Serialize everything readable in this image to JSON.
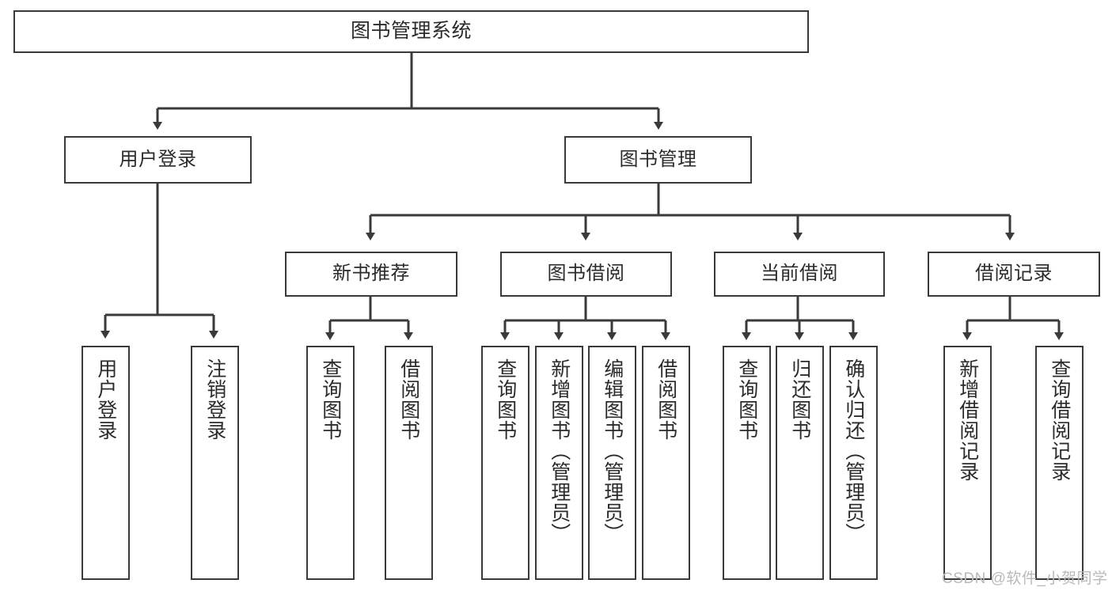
{
  "diagram": {
    "title": "图书管理系统",
    "type": "hierarchy-tree",
    "root": {
      "label": "图书管理系统"
    },
    "tier2": [
      {
        "label": "用户登录"
      },
      {
        "label": "图书管理"
      }
    ],
    "tier3": [
      {
        "label": "新书推荐"
      },
      {
        "label": "图书借阅"
      },
      {
        "label": "当前借阅"
      },
      {
        "label": "借阅记录"
      }
    ],
    "leaves": {
      "user_login": [
        {
          "label": "用户登录"
        },
        {
          "label": "注销登录"
        }
      ],
      "new_book": [
        {
          "label": "查询图书"
        },
        {
          "label": "借阅图书"
        }
      ],
      "book_borrow": [
        {
          "label": "查询图书"
        },
        {
          "label": "新增图书（管理员）"
        },
        {
          "label": "编辑图书（管理员）"
        },
        {
          "label": "借阅图书"
        }
      ],
      "current_borrow": [
        {
          "label": "查询图书"
        },
        {
          "label": "归还图书"
        },
        {
          "label": "确认归还（管理员）"
        }
      ],
      "borrow_record": [
        {
          "label": "新增借阅记录"
        },
        {
          "label": "查询借阅记录"
        }
      ]
    }
  },
  "watermark": {
    "text": "CSDN @软件_小贺同学"
  },
  "colors": {
    "stroke": "#3a3a3a",
    "background": "#ffffff",
    "text": "#2b2b2b",
    "watermark": "#b9b9b9"
  }
}
